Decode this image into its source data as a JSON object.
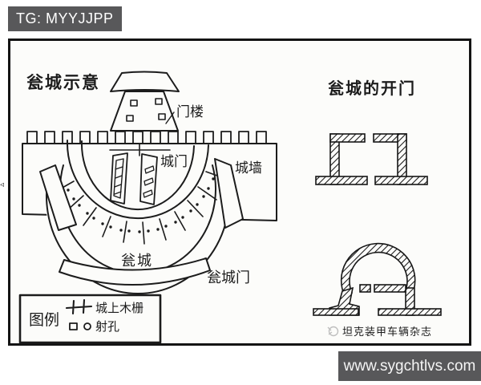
{
  "header": {
    "tag": "TG: MYYJJPP",
    "bg": "#58585a",
    "fg": "#ffffff"
  },
  "footer": {
    "url": "www.sygchtlvs.com",
    "bg": "#58585a",
    "fg": "#f5f5f5"
  },
  "nav": {
    "left_arrow": "◃",
    "right_arrow": "▹"
  },
  "colors": {
    "ink": "#1c1c1c",
    "paper": "#fcfcfa",
    "bar_gray": "#58585a",
    "watermark_gray": "#b6b6b6"
  },
  "figure": {
    "left_panel": {
      "title": "瓮城示意",
      "labels": {
        "gate_tower": "门楼",
        "city_gate": "城门",
        "city_wall": "城墙",
        "barbican": "瓮城",
        "barbican_gate": "瓮城门"
      },
      "legend": {
        "title": "图例",
        "items": [
          {
            "symbol": "double-cross",
            "label": "城上木栅"
          },
          {
            "symbol": "square-and-circle",
            "label": "射孔"
          }
        ]
      }
    },
    "right_panel": {
      "title": "瓮城的开门"
    },
    "watermark": {
      "text": "坦克装甲车辆杂志"
    }
  }
}
